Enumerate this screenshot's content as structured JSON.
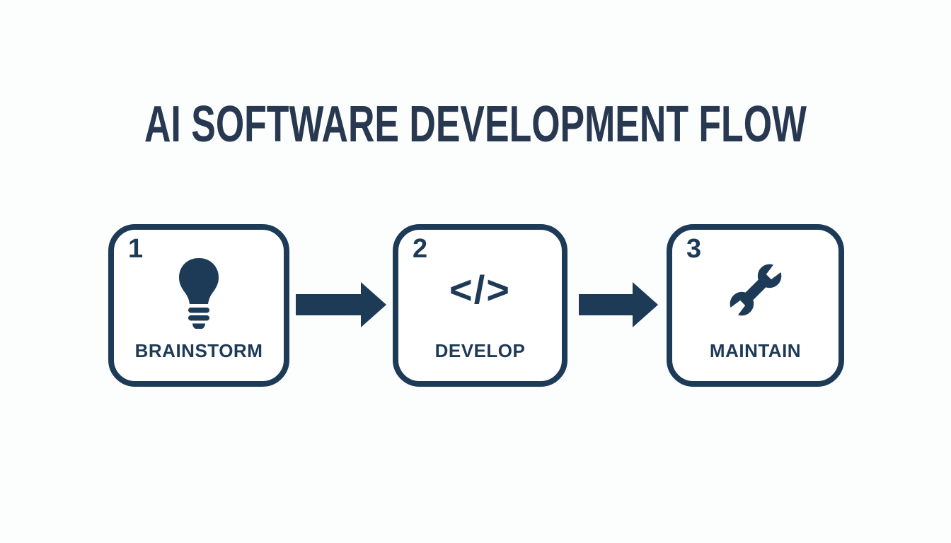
{
  "title": "AI SOFTWARE DEVELOPMENT FLOW",
  "colors": {
    "ink": "#1d3a57",
    "title_ink": "#273850",
    "background": "#fcfdfd",
    "box_bg": "#ffffff"
  },
  "steps": [
    {
      "number": "1",
      "label": "BRAINSTORM",
      "icon": "lightbulb"
    },
    {
      "number": "2",
      "label": "DEVELOP",
      "icon": "code",
      "glyph": "</>"
    },
    {
      "number": "3",
      "label": "MAINTAIN",
      "icon": "wrench"
    }
  ],
  "connectors": [
    {
      "icon": "arrow-right"
    },
    {
      "icon": "arrow-right"
    }
  ]
}
